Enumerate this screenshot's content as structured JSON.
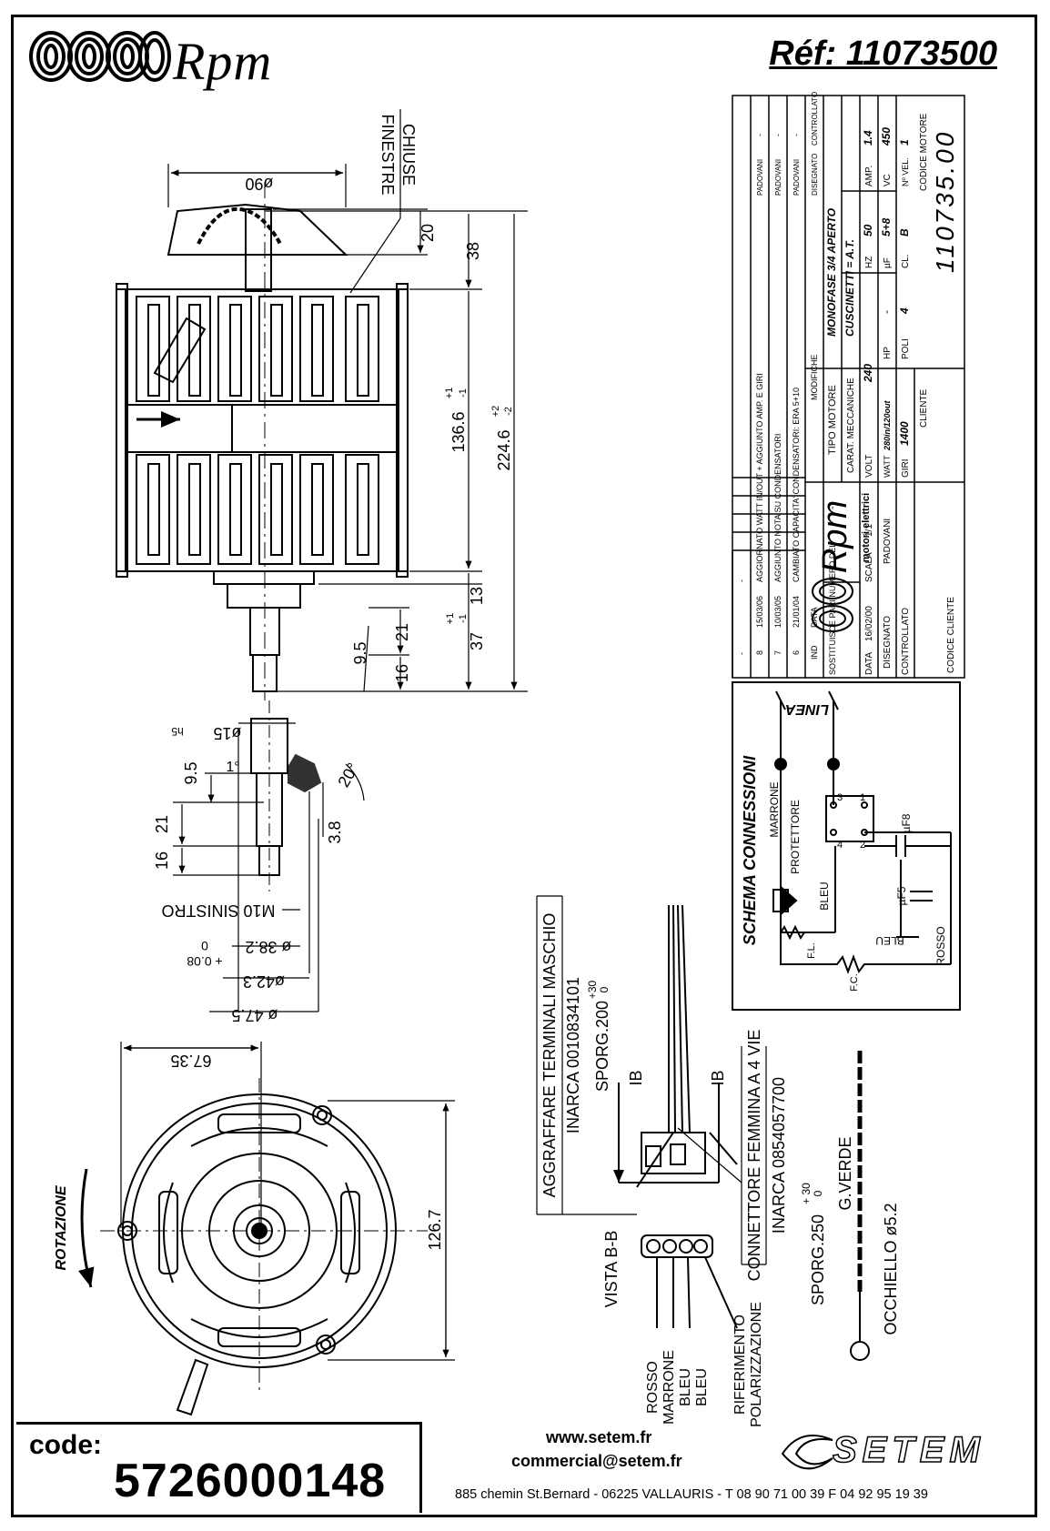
{
  "header": {
    "brand": "Rpm",
    "reference": "Réf: 11073500"
  },
  "front_view": {
    "dia_90": "ø90",
    "finestre": "FINESTRE",
    "chiuse": "CHIUSE",
    "dim_20": "20",
    "dim_38": "38",
    "dim_136": "136.6",
    "dim_136_tol_plus": "+1",
    "dim_136_tol_minus": "-1",
    "dim_224": "224.6",
    "dim_224_tol_plus": "+2",
    "dim_224_tol_minus": "-2",
    "dim_13": "13",
    "dim_21": "21",
    "dim_9_5": "9.5",
    "dim_16": "16",
    "dim_37": "37",
    "dim_37_tol_plus": "+1",
    "dim_37_tol_minus": "-1"
  },
  "shaft_detail": {
    "dia_15": "ø15",
    "h5": "h5",
    "dim_9_5": "9.5",
    "angle_1": "1°",
    "angle_20": "20°",
    "dim_21": "21",
    "dim_16": "16",
    "dim_3_8": "3.8",
    "thread": "M10 SINISTRO",
    "dia_38_2": "ø 38.2",
    "tol_0": "0",
    "tol_008": "+ 0.08",
    "dia_42_3": "ø42.3",
    "dia_47_5": "ø 47.5"
  },
  "rear_view": {
    "dim_67": "67.35",
    "dim_126": "126.7",
    "rotazione": "ROTAZIONE"
  },
  "connector": {
    "aggraffare": "AGGRAFFARE TERMINALI MASCHIO",
    "inarca_1": "INARCA 0010834101",
    "sporg_200": "SPORG.200",
    "sporg_200_tol": "+30",
    "sporg_200_tol0": "0",
    "ib1": "IB",
    "ib2": "IB",
    "connettore": "CONNETTORE FEMMINA A 4 VIE",
    "inarca_2": "INARCA 0854057700",
    "vista": "VISTA B-B",
    "wires": [
      "ROSSO",
      "MARRONE",
      "BLEU",
      "BLEU"
    ],
    "riferimento": "RIFERIMENTO",
    "polarizzazione": "POLARIZZAZIONE",
    "sporg_250": "SPORG.250",
    "sporg_250_tol": "+ 30",
    "sporg_250_tol0": "0",
    "gverde": "G.VERDE",
    "occhiello": "OCCHIELLO ø5.2"
  },
  "schema": {
    "title": "SCHEMA CONNESSIONI",
    "linea": "LINEA",
    "marrone": "MARRONE",
    "protettore": "PROTETTORE",
    "bleu": "BLEU",
    "bleu2": "BLEU",
    "rosso": "ROSSO",
    "fl": "F.L.",
    "fc": "F.C.",
    "uf8": "µF8",
    "uf5": "µF5",
    "t1": "1",
    "t2": "2",
    "t3": "3",
    "t4": "4"
  },
  "title_block": {
    "rev_rows": [
      {
        "ind": "8",
        "data": "15/03/06",
        "modifiche": "AGGIORNATO WATT IN/OUT + AGGIUNTO AMP. E GIRI",
        "dis": "PADOVANI",
        "con": "-"
      },
      {
        "ind": "7",
        "data": "10/03/05",
        "modifiche": "AGGIUNTO NOTA SU CONDENSATORI",
        "dis": "PADOVANI",
        "con": "-"
      },
      {
        "ind": "6",
        "data": "21/01/04",
        "modifiche": "CAMBIATO CAPACITA' CONDENSATORI: ERA 5+10",
        "dis": "PADOVANI",
        "con": "-"
      },
      {
        "ind": "IND",
        "data": "DATA",
        "modifiche": "MODIFICHE",
        "dis": "DISEGNATO",
        "con": "CONTROLLATO"
      }
    ],
    "blank": "-",
    "logo_text": "Rpm",
    "logo_sub": "motori elettrici",
    "tipo_label": "TIPO MOTORE",
    "tipo_value": "MONOFASE 3/4 APERTO",
    "carat_label": "CARAT. MECCANICHE",
    "carat_value": "CUSCINETTI = A.T.",
    "volt_label": "VOLT",
    "volt_value": "240",
    "hz_label": "HZ",
    "hz_value": "50",
    "amp_label": "AMP.",
    "amp_value": "1.4",
    "watt_label": "WATT",
    "watt_value": "280in/120out",
    "hp_label": "HP",
    "hp_value": "-",
    "uf_label": "µF",
    "uf_value": "5+8",
    "vc_label": "VC",
    "vc_value": "450",
    "giri_label": "GIRI",
    "giri_value": "1400",
    "poli_label": "POLI",
    "poli_value": "4",
    "cl_label": "CL.",
    "cl_value": "B",
    "nvel_label": "Nº VEL.",
    "nvel_value": "1",
    "sost_label": "SOSTITUISCE PARI NUMERO DEL",
    "sost_value": "-",
    "data_label": "DATA",
    "data_value": "16/02/00",
    "scala_label": "SCALA",
    "scala_value": "1/1",
    "disegnato_label": "DISEGNATO",
    "disegnato_value": "PADOVANI",
    "controllato_label": "CONTROLLATO",
    "cliente_label": "CLIENTE",
    "codice_cliente_label": "CODICE CLIENTE",
    "codice_motore_label": "CODICE MOTORE",
    "codice_motore_value": "110735.00"
  },
  "footer": {
    "code_label": "code:",
    "code_value": "5726000148",
    "website": "www.setem.fr",
    "email": "commercial@setem.fr",
    "address": "885 chemin St.Bernard  -  06225 VALLAURIS  -  T 08 90 71 00 39   F 04 92 95 19 39",
    "setem": "SETEM"
  }
}
